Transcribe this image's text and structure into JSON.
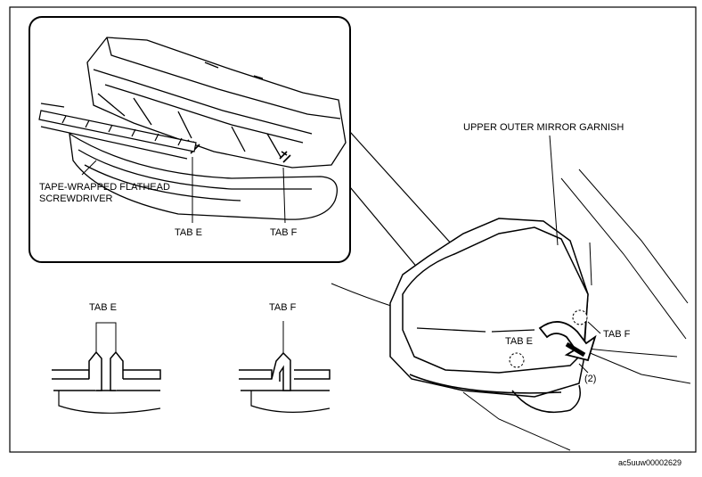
{
  "labels": {
    "upper_garnish": "UPPER OUTER MIRROR GARNISH",
    "screwdriver_line1": "TAPE-WRAPPED FLATHEAD",
    "screwdriver_line2": "SCREWDRIVER",
    "tab_e": "TAB E",
    "tab_f": "TAB F",
    "step": "(2)",
    "figure_code": "ac5uuw00002629"
  },
  "colors": {
    "line": "#000000",
    "arrow_fill": "#ffffff"
  }
}
